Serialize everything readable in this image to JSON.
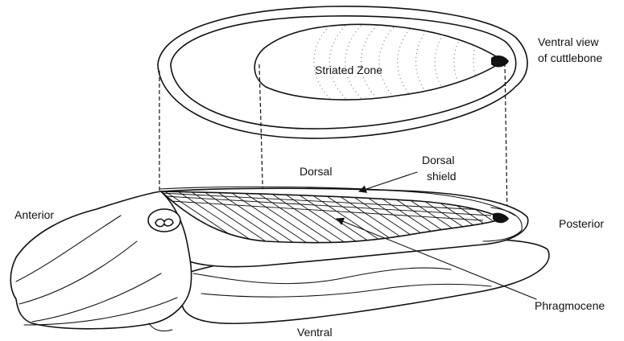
{
  "labels": {
    "ventral_view": [
      "Ventral view",
      "of cuttlebone"
    ],
    "striated_zone": "Striated Zone",
    "dorsal": "Dorsal",
    "dorsal_shield": [
      "Dorsal",
      "shield"
    ],
    "anterior": "Anterior",
    "posterior": "Posterior",
    "phragmocene": "Phragmocene",
    "ventral": "Ventral"
  }
}
